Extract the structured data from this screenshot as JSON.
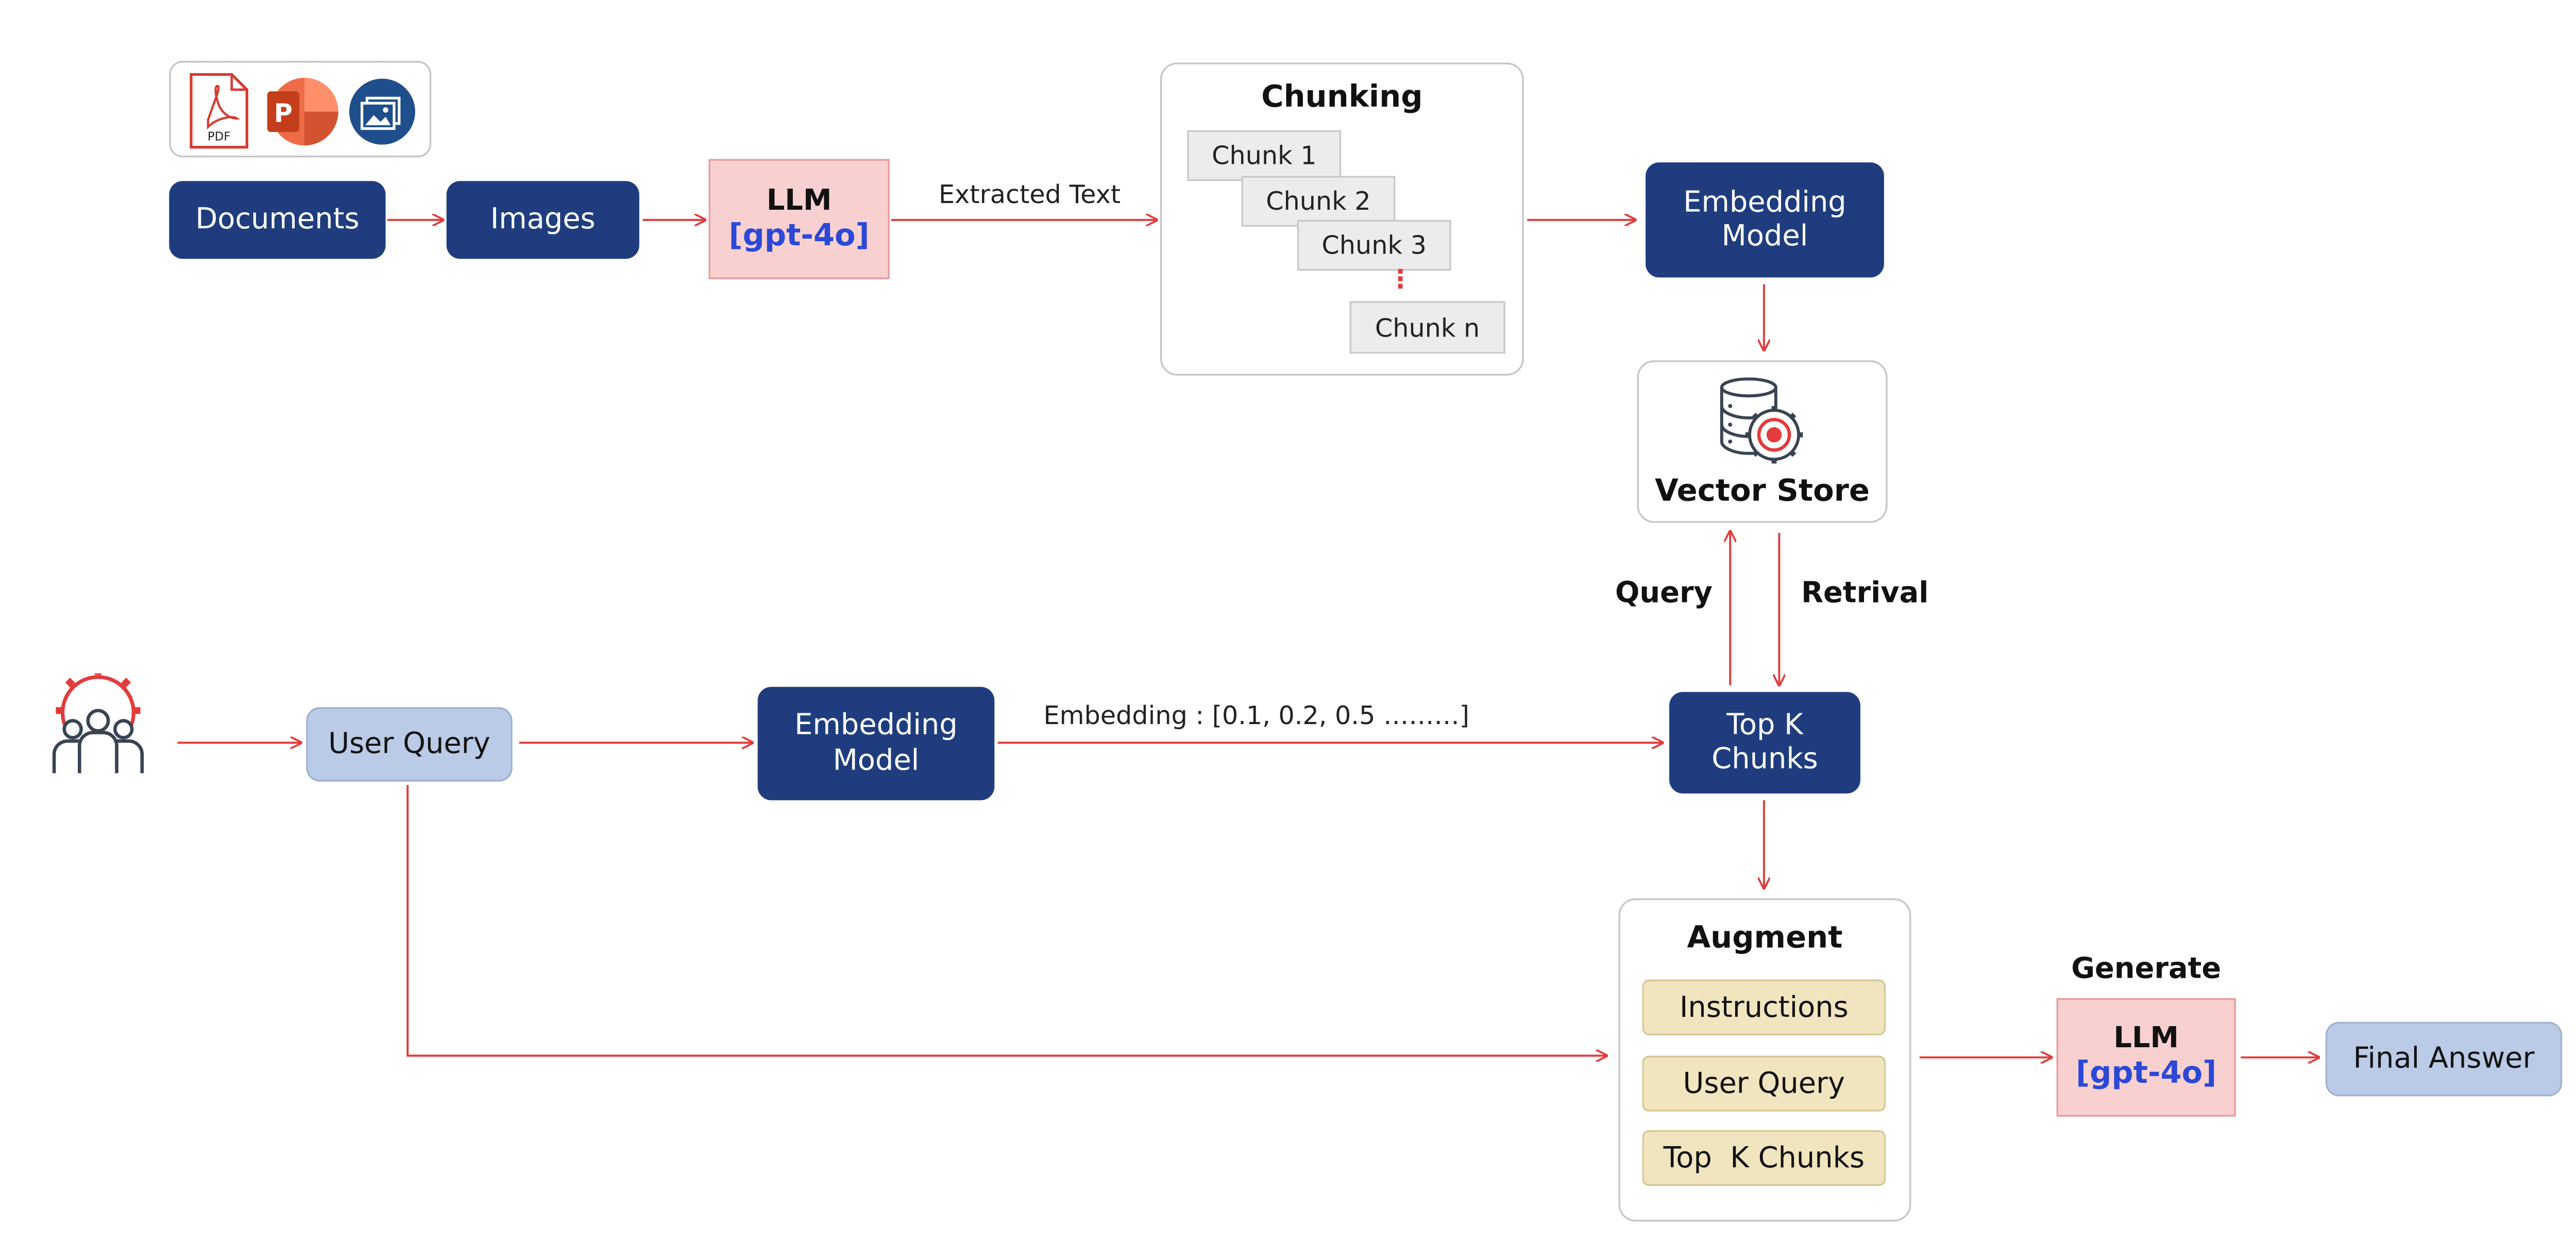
{
  "colors": {
    "navy_box": "#1f3d7e",
    "light_box": "#b9cbe6",
    "llm_box": "#f8d0d0",
    "augment_item": "#f1e5bf",
    "arrow": "#e23b3b",
    "gpt_text": "#2b49d6"
  },
  "icons": {
    "documents_group": [
      "pdf-icon",
      "powerpoint-icon",
      "image-icon"
    ],
    "vector_store": "database-gear-icon",
    "user": "users-gear-icon"
  },
  "file_icons": {
    "pdf_label": "PDF",
    "ppt_letter": "P"
  },
  "ingest": {
    "documents": "Documents",
    "images": "Images",
    "llm_title": "LLM",
    "llm_model": "[gpt-4o]",
    "extracted_text": "Extracted Text",
    "chunking_title": "Chunking",
    "chunks": [
      "Chunk 1",
      "Chunk 2",
      "Chunk 3",
      "Chunk n"
    ],
    "chunk_ellipsis": "⋮",
    "embedding_model": "Embedding\nModel",
    "vector_store": "Vector Store"
  },
  "retrieval": {
    "query_label": "Query",
    "retrieval_label": "Retrival",
    "user_query": "User Query",
    "embedding_model": "Embedding\nModel",
    "embedding_text": "Embedding : [0.1, 0.2, 0.5 ………]",
    "top_k": "Top K\nChunks"
  },
  "augment": {
    "title": "Augment",
    "items": [
      "Instructions",
      "User Query",
      "Top  K Chunks"
    ]
  },
  "generate": {
    "label": "Generate",
    "llm_title": "LLM",
    "llm_model": "[gpt-4o]",
    "final_answer": "Final Answer"
  }
}
